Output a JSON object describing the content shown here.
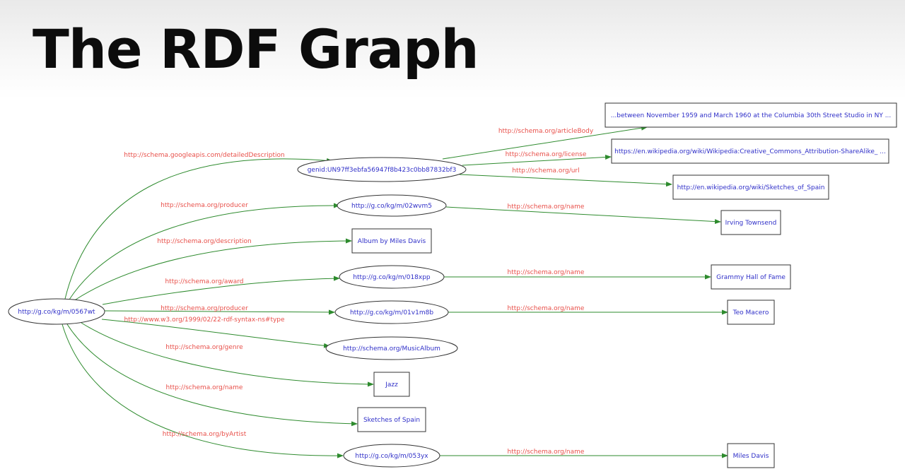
{
  "slide": {
    "title": "The RDF Graph"
  },
  "graph": {
    "nodes": [
      {
        "id": "root",
        "label": "http://g.co/kg/m/0567wt",
        "shape": "ellipse"
      },
      {
        "id": "genid",
        "label": "genid:UN97ff3ebfa56947f8b423c0bb87832bf3",
        "shape": "ellipse"
      },
      {
        "id": "body",
        "label": "...between November 1959 and March 1960 at the Columbia 30th Street Studio in NY ...",
        "shape": "box"
      },
      {
        "id": "license",
        "label": "https://en.wikipedia.org/wiki/Wikipedia:Creative_Commons_Attribution-ShareAlike_ ...",
        "shape": "box"
      },
      {
        "id": "wikiurl",
        "label": "http://en.wikipedia.org/wiki/Sketches_of_Spain",
        "shape": "box"
      },
      {
        "id": "prod1",
        "label": "http://g.co/kg/m/02wvm5",
        "shape": "ellipse"
      },
      {
        "id": "irving",
        "label": "Irving Townsend",
        "shape": "box"
      },
      {
        "id": "album",
        "label": "Album by Miles Davis",
        "shape": "box"
      },
      {
        "id": "award",
        "label": "http://g.co/kg/m/018xpp",
        "shape": "ellipse"
      },
      {
        "id": "grammy",
        "label": "Grammy Hall of Fame",
        "shape": "box"
      },
      {
        "id": "prod2",
        "label": "http://g.co/kg/m/01v1m8b",
        "shape": "ellipse"
      },
      {
        "id": "teo",
        "label": "Teo Macero",
        "shape": "box"
      },
      {
        "id": "musicalbum",
        "label": "http://schema.org/MusicAlbum",
        "shape": "ellipse"
      },
      {
        "id": "jazz",
        "label": "Jazz",
        "shape": "box"
      },
      {
        "id": "name",
        "label": "Sketches of Spain",
        "shape": "box"
      },
      {
        "id": "artist",
        "label": "http://g.co/kg/m/053yx",
        "shape": "ellipse"
      },
      {
        "id": "miles",
        "label": "Miles Davis",
        "shape": "box"
      }
    ],
    "edges": [
      {
        "from": "root",
        "to": "genid",
        "label": "http://schema.googleapis.com/detailedDescription"
      },
      {
        "from": "root",
        "to": "prod1",
        "label": "http://schema.org/producer"
      },
      {
        "from": "root",
        "to": "album",
        "label": "http://schema.org/description"
      },
      {
        "from": "root",
        "to": "award",
        "label": "http://schema.org/award"
      },
      {
        "from": "root",
        "to": "prod2",
        "label": "http://schema.org/producer"
      },
      {
        "from": "root",
        "to": "musicalbum",
        "label": "http://www.w3.org/1999/02/22-rdf-syntax-ns#type"
      },
      {
        "from": "root",
        "to": "jazz",
        "label": "http://schema.org/genre"
      },
      {
        "from": "root",
        "to": "name",
        "label": "http://schema.org/name"
      },
      {
        "from": "root",
        "to": "artist",
        "label": "http://schema.org/byArtist"
      },
      {
        "from": "genid",
        "to": "body",
        "label": "http://schema.org/articleBody"
      },
      {
        "from": "genid",
        "to": "license",
        "label": "http://schema.org/license"
      },
      {
        "from": "genid",
        "to": "wikiurl",
        "label": "http://schema.org/url"
      },
      {
        "from": "prod1",
        "to": "irving",
        "label": "http://schema.org/name"
      },
      {
        "from": "award",
        "to": "grammy",
        "label": "http://schema.org/name"
      },
      {
        "from": "prod2",
        "to": "teo",
        "label": "http://schema.org/name"
      },
      {
        "from": "artist",
        "to": "miles",
        "label": "http://schema.org/name"
      }
    ]
  }
}
